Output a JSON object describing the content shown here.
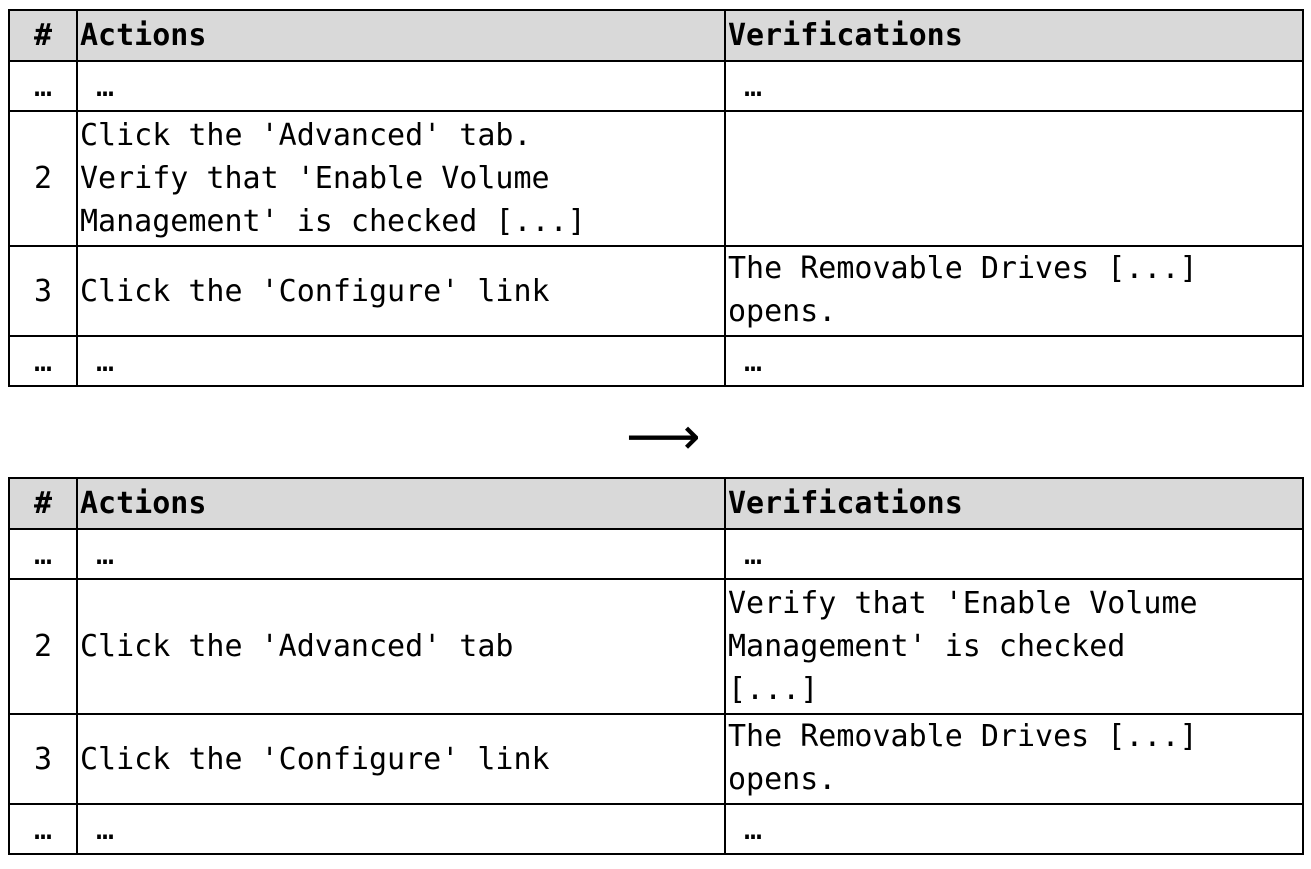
{
  "columns": {
    "num": "#",
    "actions": "Actions",
    "verifications": "Verifications"
  },
  "ellipsis": "…",
  "arrow": "⟶",
  "before": {
    "rows": [
      {
        "num": "2",
        "action": "Click the 'Advanced' tab.\nVerify that 'Enable Volume\nManagement' is checked [...]",
        "verification": ""
      },
      {
        "num": "3",
        "action": "Click the 'Configure' link",
        "verification": "The Removable Drives [...]\nopens."
      }
    ]
  },
  "after": {
    "rows": [
      {
        "num": "2",
        "action": "Click the 'Advanced' tab",
        "verification": "Verify that 'Enable Volume\nManagement' is checked\n[...]"
      },
      {
        "num": "3",
        "action": "Click the 'Configure' link",
        "verification": "The Removable Drives [...]\nopens."
      }
    ]
  }
}
